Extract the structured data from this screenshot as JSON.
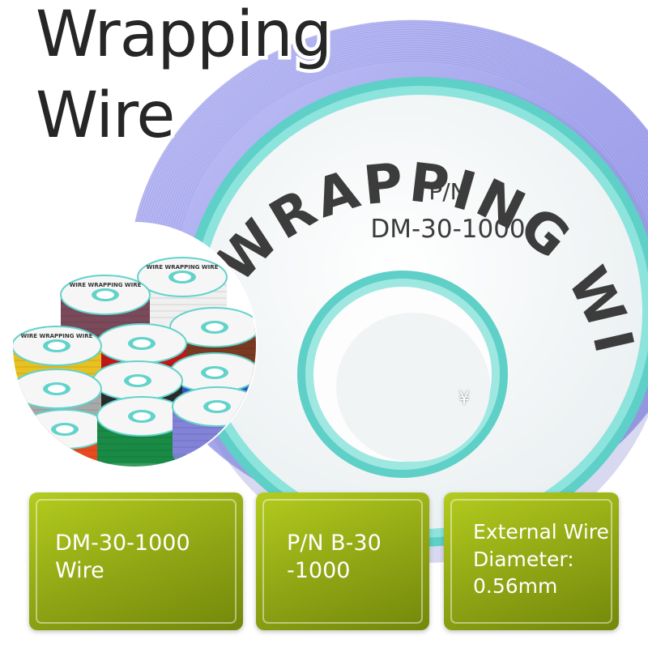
{
  "title": {
    "line1": "Wrapping",
    "line2": "Wire"
  },
  "spool": {
    "ring_text": "WIRE WRAPPING WIRE",
    "part_label": "P/N",
    "part_number": "DM-30-1000",
    "wire_color": "#a3a4ec",
    "ring_color": "#62d3cb"
  },
  "inset": {
    "spool_label": "WIRE WRAPPING WIRE",
    "wire_colors": [
      "#f0f0f0",
      "#7a4a5a",
      "#c01818",
      "#7a3a22",
      "#2e55c2",
      "#2b2b2b",
      "#e8c020",
      "#a8a8a8",
      "#e84a20",
      "#1a8a45",
      "#8282d8"
    ]
  },
  "yen_symbol": "¥",
  "specs": [
    {
      "text": "DM-30-1000\nWire"
    },
    {
      "text": "P/N B-30\n-1000"
    },
    {
      "text": "External Wire\nDiameter:\n0.56mm"
    }
  ],
  "colors": {
    "card_green": "#9fb41a",
    "title_text": "#262626"
  }
}
